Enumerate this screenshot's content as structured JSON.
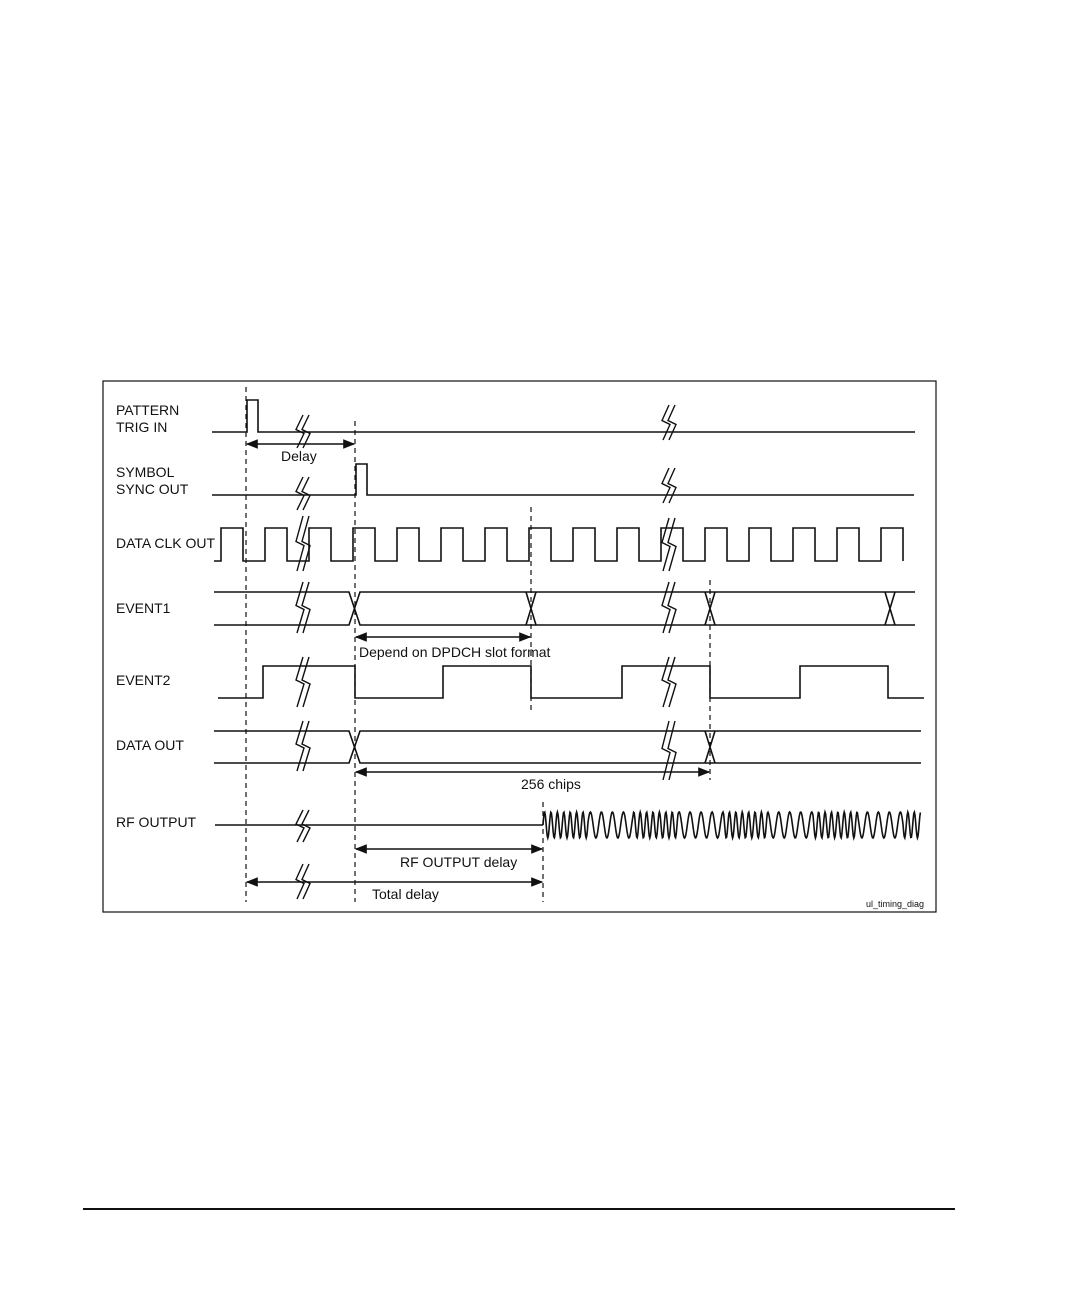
{
  "figure": {
    "signals": {
      "pattern_trig_in": [
        "PATTERN",
        "TRIG IN"
      ],
      "symbol_sync_out": [
        "SYMBOL",
        "SYNC OUT"
      ],
      "data_clk_out": "DATA CLK OUT",
      "event1": "EVENT1",
      "event2": "EVENT2",
      "data_out": "DATA OUT",
      "rf_output": "RF OUTPUT"
    },
    "annotations": {
      "delay": "Delay",
      "dpdch": "Depend on DPDCH slot format",
      "chips": "256 chips",
      "rf_delay": "RF OUTPUT delay",
      "total_delay": "Total delay"
    },
    "file_id": "ul_timing_diag"
  }
}
